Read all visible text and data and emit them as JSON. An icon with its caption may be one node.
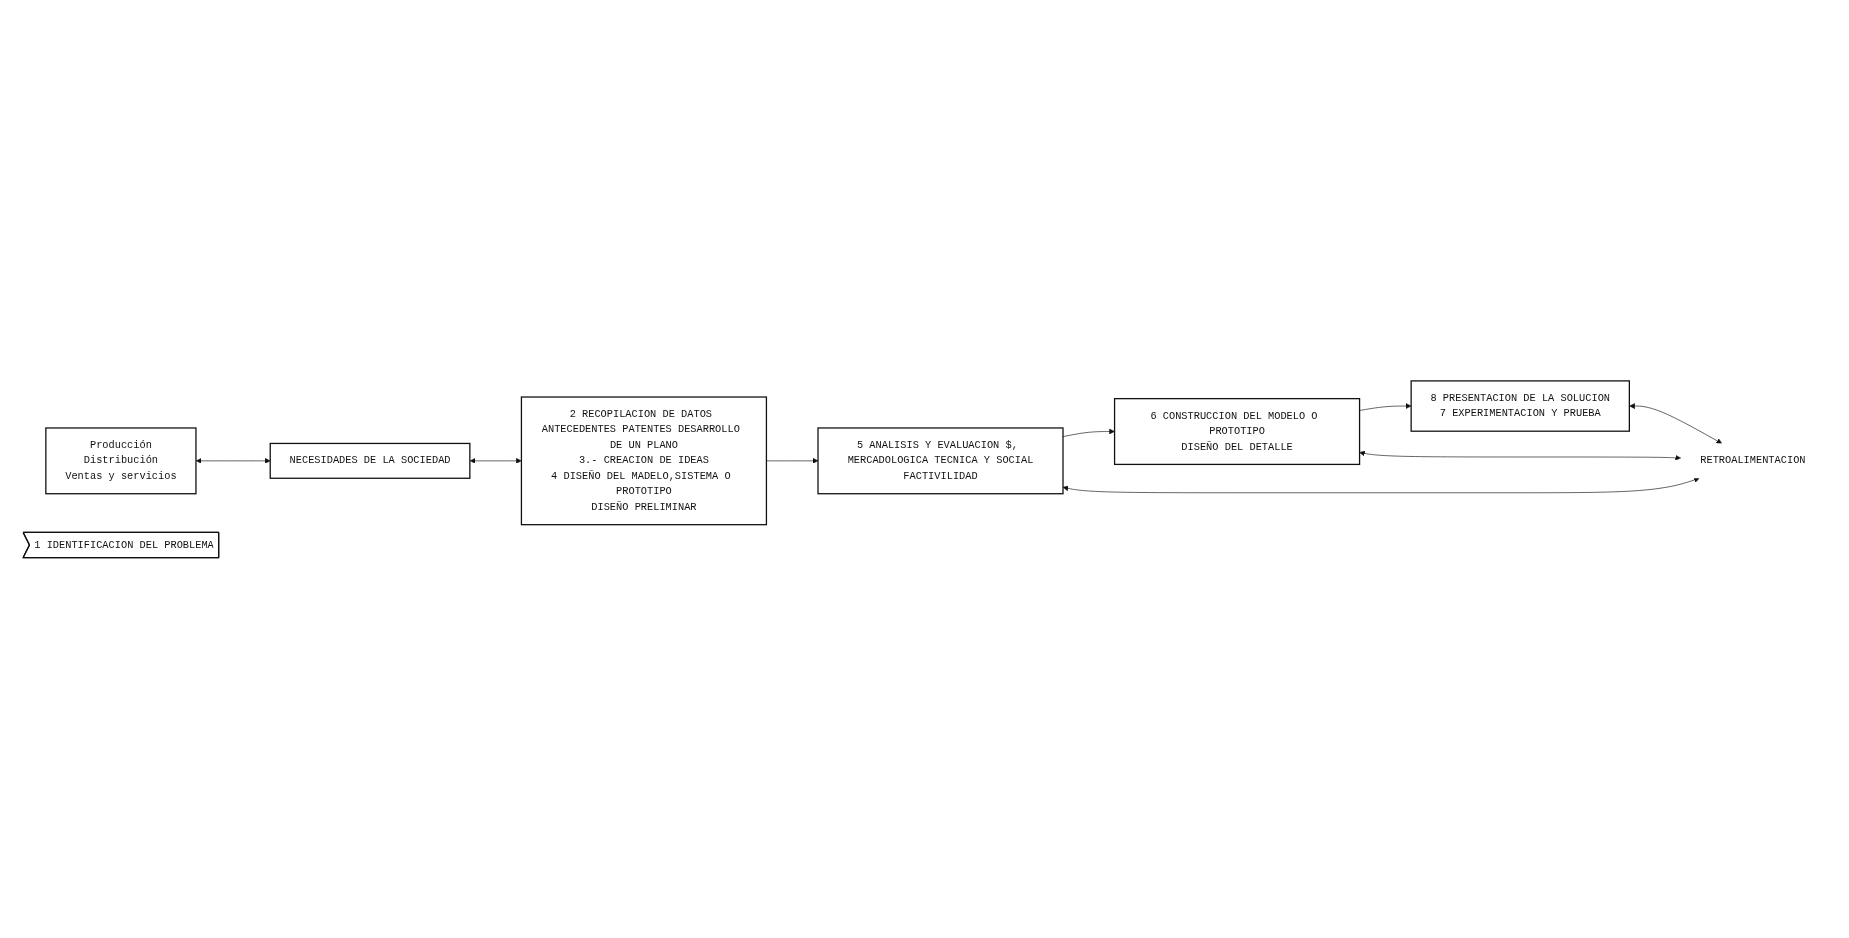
{
  "diagram": {
    "nodes": [
      {
        "text": [
          "Producción",
          "Distribución",
          "Ventas y servicios"
        ]
      },
      {
        "text": [
          "1 IDENTIFICACION DEL PROBLEMA"
        ]
      },
      {
        "text": [
          "2 RECOPILACION DE DATOS ANTECEDENTES PATENTES DESARROLLO DE UN PLANO",
          "3.- CREACION DE IDEAS",
          "4 DISEÑO DEL MADELO,SISTEMA O PROTOTIPO",
          "DISEÑO PRELIMINAR"
        ]
      },
      {
        "text": [
          "8 PRESENTACION DE LA SOLUCION",
          "7 EXPERIMENTACION Y PRUEBA"
        ]
      },
      {
        "text": [
          "NECESIDADES DE LA SOCIEDAD"
        ]
      },
      {
        "text": [
          "RETROALIMENTACION"
        ]
      },
      {
        "text": [
          "6 CONSTRUCCION DEL MODELO O PROTOTIPO",
          "DISEÑO DEL DETALLE"
        ]
      },
      {
        "text": [
          "5 ANALISIS Y EVALUACION $, MERCADOLOGICA TECNICA Y SOCIAL",
          "FACTIVILIDAD"
        ]
      }
    ],
    "edges": [
      {
        "from": 0,
        "to": 4,
        "arrow": "both"
      },
      {
        "from": 4,
        "to": 2,
        "arrow": "both"
      },
      {
        "from": 3,
        "to": 5,
        "arrow": "both"
      },
      {
        "from": 5,
        "to": 6,
        "arrow": "both"
      },
      {
        "from": 5,
        "to": 7,
        "arrow": "both"
      },
      {
        "from": 7,
        "to": 6,
        "arrow": "to"
      },
      {
        "from": 2,
        "to": 7,
        "arrow": "to"
      },
      {
        "from": 6,
        "to": 3,
        "arrow": "to"
      }
    ]
  }
}
